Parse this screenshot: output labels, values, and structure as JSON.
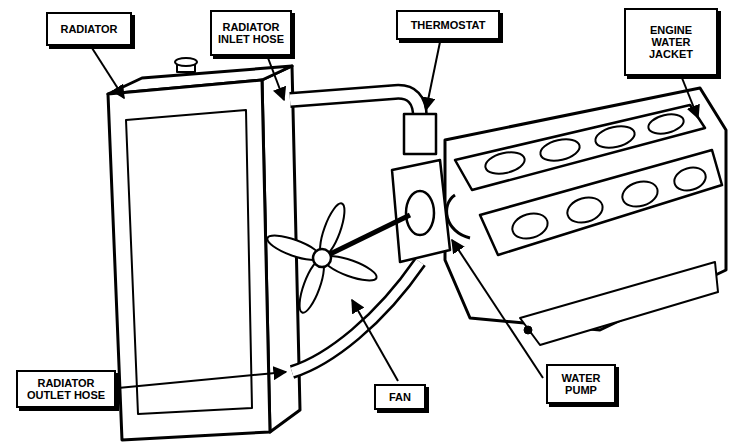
{
  "diagram": {
    "nodes": [
      {
        "text": [
          "RADIATOR"
        ]
      },
      {
        "text": [
          "RADIATOR INLET HOSE"
        ]
      },
      {
        "text": [
          "THERMOSTAT"
        ]
      },
      {
        "text": [
          "ENGINE WATER JACKET"
        ]
      },
      {
        "text": [
          "RADIATOR OUTLET HOSE"
        ]
      },
      {
        "text": [
          "FAN"
        ]
      },
      {
        "text": [
          "WATER PUMP"
        ]
      }
    ]
  }
}
